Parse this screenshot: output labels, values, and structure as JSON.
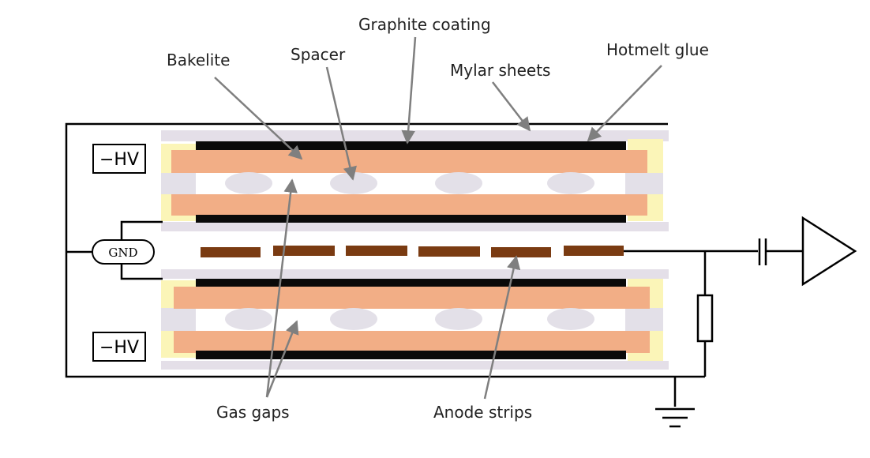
{
  "labels": {
    "graphite_coating": "Graphite coating",
    "bakelite": "Bakelite",
    "spacer": "Spacer",
    "mylar_sheets": "Mylar sheets",
    "hotmelt_glue": "Hotmelt glue",
    "gas_gaps": "Gas gaps",
    "anode_strips": "Anode strips",
    "hv_top": "−HV",
    "hv_bottom": "−HV",
    "gnd": "GND"
  },
  "colors": {
    "bakelite": "#f2ae86",
    "graphite": "#0a0a0a",
    "mylar": "#e4dfe8",
    "spacer": "#e3e0e8",
    "glue": "#fbf5b8",
    "anode": "#7a3b12",
    "wire": "#000000",
    "arrow": "#7f7f7f"
  }
}
